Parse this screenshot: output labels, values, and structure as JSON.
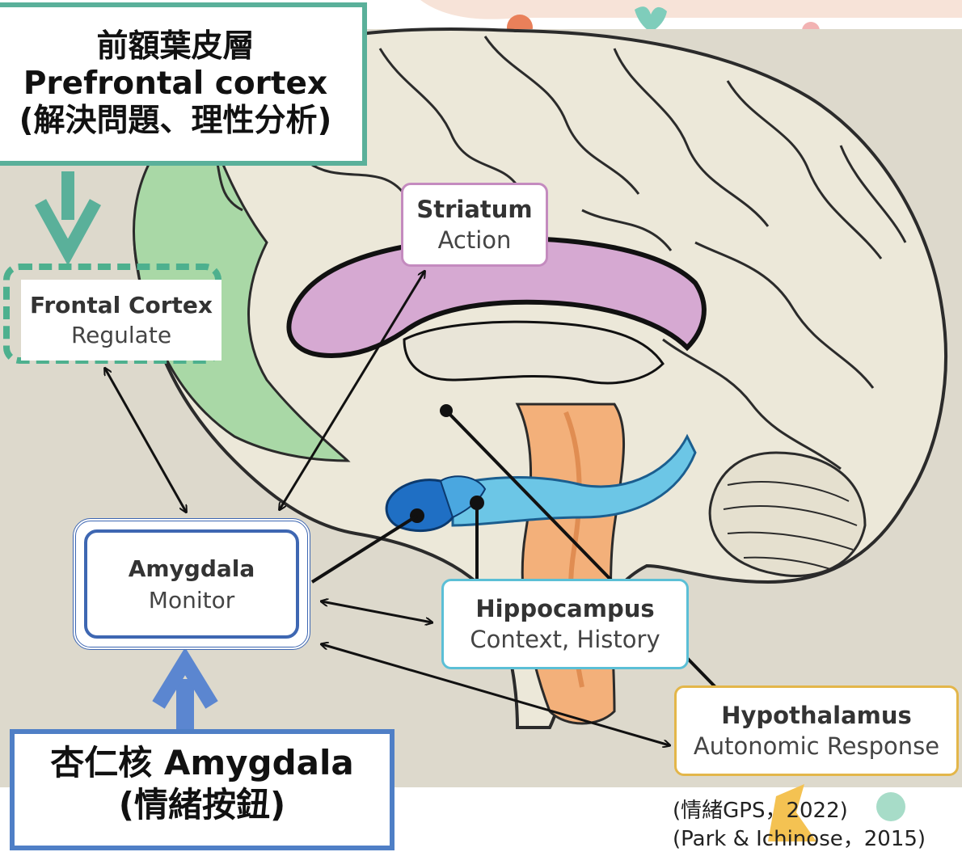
{
  "labels": {
    "pfc": {
      "line1": "前額葉皮層",
      "line2": "Prefrontal cortex",
      "line3": "(解決問題、理性分析)"
    },
    "amygdala": {
      "line1": "杏仁核 Amygdala",
      "line2": "(情緒按鈕)"
    }
  },
  "regions": {
    "striatum": {
      "name": "Striatum",
      "role": "Action"
    },
    "frontal_cortex": {
      "name": "Frontal Cortex",
      "role": "Regulate"
    },
    "amygdala": {
      "name": "Amygdala",
      "role": "Monitor"
    },
    "hippocampus": {
      "name": "Hippocampus",
      "role": "Context, History"
    },
    "hypothalamus": {
      "name": "Hypothalamus",
      "role": "Autonomic Response"
    }
  },
  "citations": {
    "c1": "(情緒GPS，2022)",
    "c2": "(Park & Ichinose，2015)"
  },
  "colors": {
    "prefrontal_green": "#4db08e",
    "amygdala_blue": "#3e67b2",
    "striatum_pink": "#c48bbf",
    "hippocampus_cyan": "#5bbfd6",
    "hypothalamus_gold": "#e3b64a",
    "brain_base": "#ece8d9"
  }
}
